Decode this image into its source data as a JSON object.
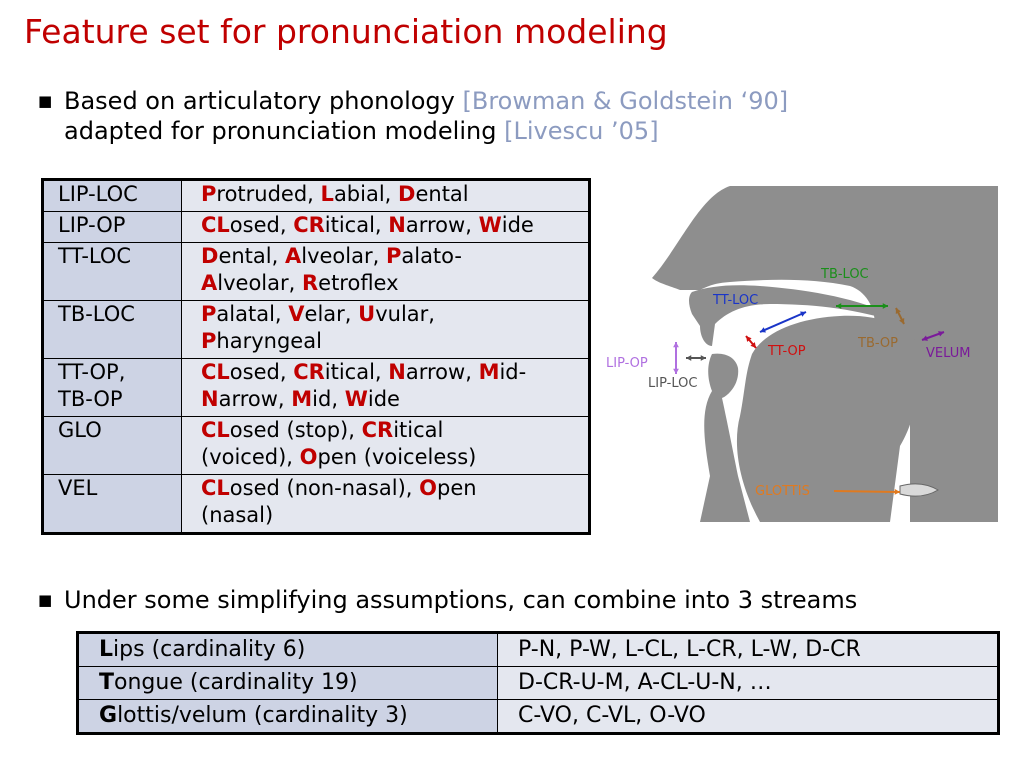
{
  "title": "Feature set for pronunciation modeling",
  "bullet1": {
    "line1": "Based on articulatory phonology",
    "ref1": "[Browman & Goldstein ‘90]",
    "line2": "adapted for pronunciation modeling",
    "ref2": "[Livescu ’05]"
  },
  "features": [
    {
      "key": "LIP-LOC",
      "parts": [
        [
          "P",
          "rotruded, "
        ],
        [
          "L",
          "abial, "
        ],
        [
          "D",
          "ental"
        ]
      ]
    },
    {
      "key": "LIP-OP",
      "parts": [
        [
          "CL",
          "osed, "
        ],
        [
          "CR",
          "itical, "
        ],
        [
          "N",
          "arrow, "
        ],
        [
          "W",
          "ide"
        ]
      ]
    },
    {
      "key": "TT-LOC",
      "parts": [
        [
          "D",
          "ental, "
        ],
        [
          "A",
          "lveolar, "
        ],
        [
          "P",
          "alato-"
        ],
        [
          "\n",
          ""
        ],
        [
          "A",
          "lveolar, "
        ],
        [
          "R",
          "etroflex"
        ]
      ]
    },
    {
      "key": "TB-LOC",
      "parts": [
        [
          "P",
          "alatal, "
        ],
        [
          "V",
          "elar, "
        ],
        [
          "U",
          "vular,"
        ],
        [
          "\n",
          ""
        ],
        [
          "P",
          "haryngeal"
        ]
      ]
    },
    {
      "key": "TT-OP,\nTB-OP",
      "parts": [
        [
          "CL",
          "osed, "
        ],
        [
          "CR",
          "itical, "
        ],
        [
          "N",
          "arrow, "
        ],
        [
          "M",
          "id-"
        ],
        [
          "\n",
          ""
        ],
        [
          "N",
          "arrow, "
        ],
        [
          "M",
          "id, "
        ],
        [
          "W",
          "ide"
        ]
      ]
    },
    {
      "key": "GLO",
      "parts": [
        [
          "CL",
          "osed (stop), "
        ],
        [
          "CR",
          "itical"
        ],
        [
          "\n",
          ""
        ],
        [
          "",
          "(voiced), "
        ],
        [
          "O",
          "pen (voiceless)"
        ]
      ]
    },
    {
      "key": "VEL",
      "parts": [
        [
          "CL",
          "osed (non-nasal), "
        ],
        [
          "O",
          "pen"
        ],
        [
          "\n",
          ""
        ],
        [
          "",
          "(nasal)"
        ]
      ]
    }
  ],
  "bullet2": "Under some simplifying assumptions, can combine into 3 streams",
  "streams": [
    {
      "first": "L",
      "rest": "ips (cardinality 6)",
      "values": "P-N,  P-W,  L-CL,  L-CR,  L-W,  D-CR"
    },
    {
      "first": "T",
      "rest": "ongue (cardinality 19)",
      "values": "D-CR-U-M,  A-CL-U-N,  …"
    },
    {
      "first": "G",
      "rest": "lottis/velum (cardinality 3)",
      "values": "C-VO,  C-VL,  O-VO"
    }
  ],
  "diagram": {
    "labels": {
      "tb_loc": "TB-LOC",
      "tt_loc": "TT-LOC",
      "tb_op": "TB-OP",
      "velum": "VELUM",
      "tt_op": "TT-OP",
      "lip_op": "LIP-OP",
      "lip_loc": "LIP-LOC",
      "glottis": "GLOTTIS"
    },
    "colors": {
      "tb_loc": "#1a8f1a",
      "tt_loc": "#1a35c8",
      "tb_op": "#9a6a30",
      "velum": "#7a1a9a",
      "tt_op": "#d01010",
      "lip_op": "#b070e0",
      "lip_loc": "#555555",
      "glottis": "#e07a20",
      "tissue": "#8e8e8e"
    }
  }
}
